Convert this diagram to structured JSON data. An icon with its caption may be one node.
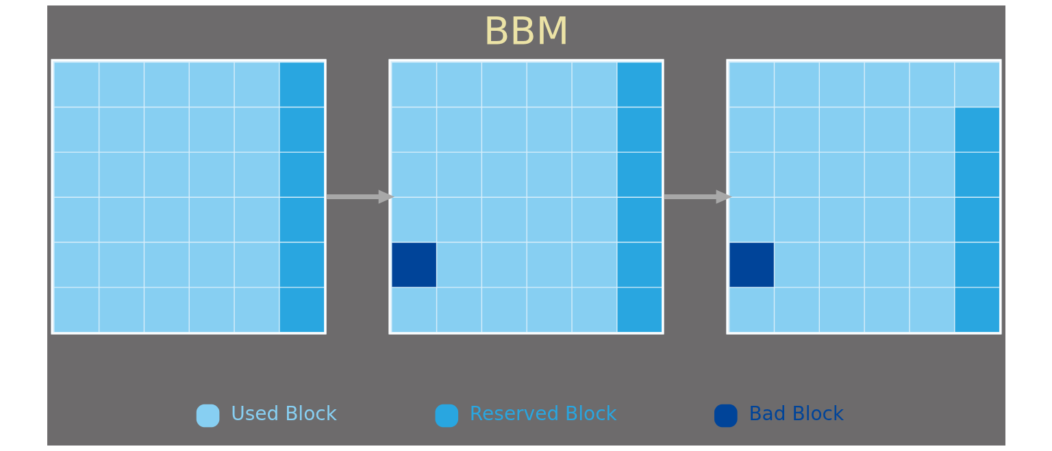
{
  "diagram": {
    "title": "BBM",
    "nodes": [
      {
        "text": [],
        "shape": "box"
      },
      {
        "text": [],
        "shape": "box"
      },
      {
        "text": [],
        "shape": "box"
      }
    ],
    "edges": [
      {
        "from": 0,
        "to": 1,
        "arrow": "to"
      },
      {
        "from": 1,
        "to": 2,
        "arrow": "to"
      }
    ],
    "legend": [
      {
        "text": "Used Block",
        "color": "#87cff2"
      },
      {
        "text": "Reserved Block",
        "color": "#29a6e0"
      },
      {
        "text": "Bad Block",
        "color": "#004499"
      }
    ]
  }
}
